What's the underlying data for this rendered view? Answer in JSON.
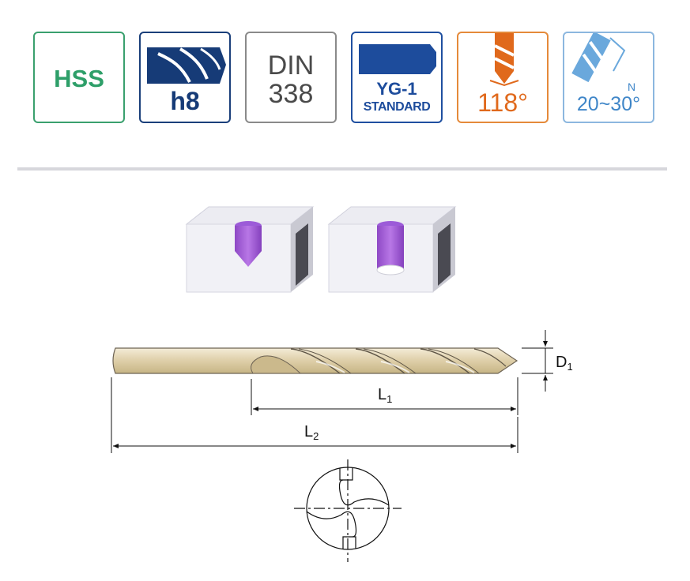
{
  "badges": {
    "material": {
      "label": "HSS",
      "color": "#2e9f69"
    },
    "tolerance": {
      "label": "h8",
      "color": "#163b77"
    },
    "standard": {
      "line1": "DIN",
      "line2": "338",
      "color": "#4a4a4a"
    },
    "brand_standard": {
      "line1": "YG-1",
      "line2": "STANDARD",
      "color": "#1d4c9c"
    },
    "point_angle": {
      "label": "118°",
      "color": "#e0691c"
    },
    "helix_angle": {
      "label": "20~30°",
      "unit_prefix": "N",
      "color": "#3f86c8"
    }
  },
  "dimensions": {
    "d1": {
      "main": "D",
      "sub": "1"
    },
    "l1": {
      "main": "L",
      "sub": "1"
    },
    "l2": {
      "main": "L",
      "sub": "2"
    }
  },
  "icons": {
    "hole_types": [
      "blind-hole-icon",
      "through-hole-icon"
    ],
    "drill": "twist-drill-icon",
    "cross_section": "drill-cross-section-icon"
  }
}
